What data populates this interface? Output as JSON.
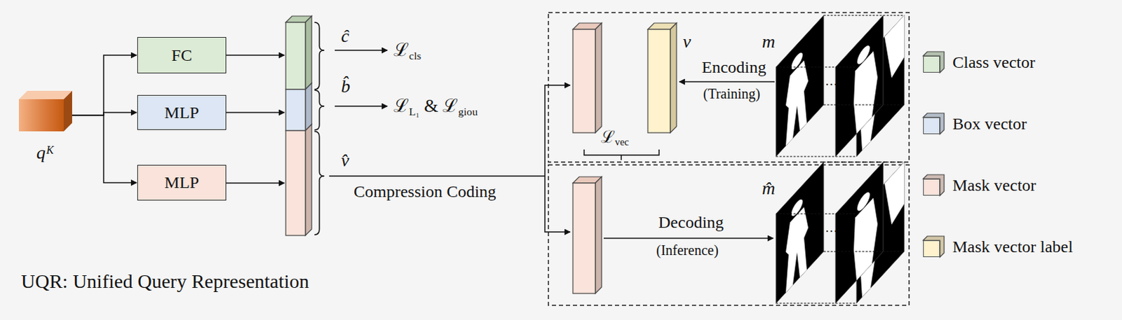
{
  "diagram": {
    "nodes": [
      {
        "text": [
          "qᴷ"
        ]
      },
      {
        "text": [
          "FC"
        ]
      },
      {
        "text": [
          "MLP"
        ]
      },
      {
        "text": [
          "MLP"
        ]
      }
    ],
    "edges": [
      {
        "from": 0,
        "to": 1,
        "arrow": "to"
      },
      {
        "from": 0,
        "to": 2,
        "arrow": "to"
      },
      {
        "from": 0,
        "to": 3,
        "arrow": "to"
      }
    ],
    "labels": [
      "ĉ",
      "ℒcls",
      "b̂",
      "ℒL₁ & ℒgiou",
      "v̂",
      "Compression Coding",
      "v",
      "m",
      "Encoding",
      "(Training)",
      "ℒvec",
      "Decoding",
      "(Inference)",
      "m̂",
      "UQR: Unified Query Representation",
      "…",
      "…"
    ],
    "legend": [
      {
        "text": "Class vector",
        "color": "#dcebd5"
      },
      {
        "text": "Box vector",
        "color": "#dce6f4"
      },
      {
        "text": "Mask vector",
        "color": "#f9e3da"
      },
      {
        "text": "Mask vector label",
        "color": "#fff2cc"
      }
    ]
  }
}
